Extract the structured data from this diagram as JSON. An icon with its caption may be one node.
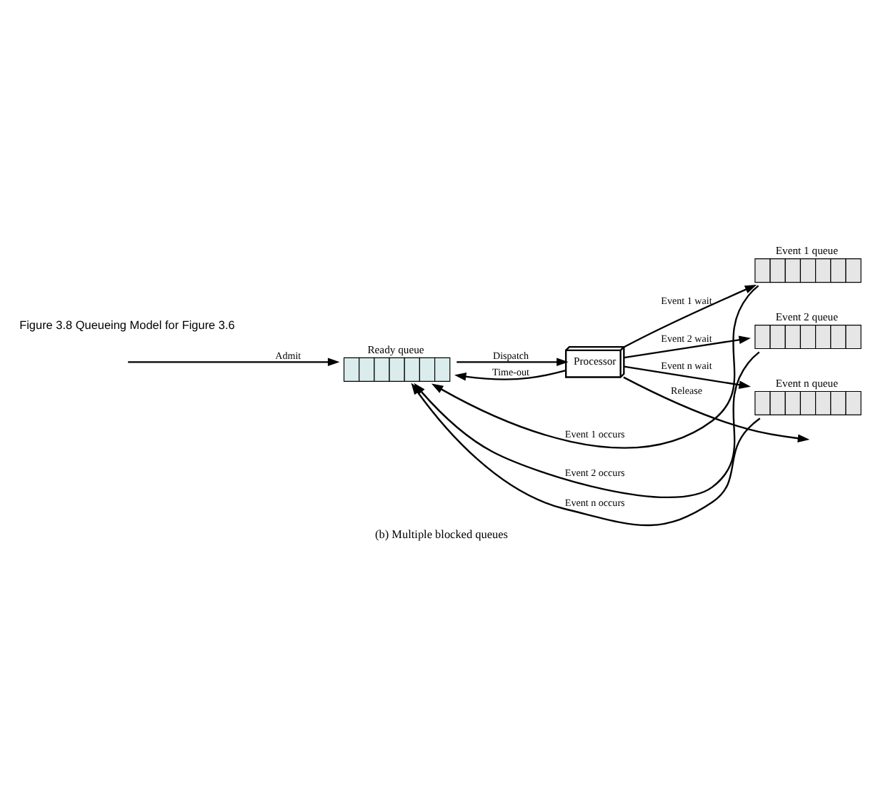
{
  "diagram": {
    "caption": "(b) Multiple blocked queues",
    "nodes": [
      {
        "text": [
          "Ready queue"
        ]
      },
      {
        "text": [
          "Processor"
        ]
      },
      {
        "text": [
          "Event 1 queue"
        ]
      },
      {
        "text": [
          "Event 2 queue"
        ]
      },
      {
        "text": [
          "Event n queue"
        ]
      }
    ],
    "edges": [
      {
        "from": null,
        "to": 0,
        "arrow": "to",
        "label": "Admit"
      },
      {
        "from": 0,
        "to": 1,
        "arrow": "to",
        "label": "Dispatch"
      },
      {
        "from": 1,
        "to": null,
        "arrow": "to",
        "label": "Release"
      },
      {
        "from": 1,
        "to": 0,
        "arrow": "to",
        "label": "Time-out"
      },
      {
        "from": 1,
        "to": 2,
        "arrow": "to",
        "label": "Event 1 wait"
      },
      {
        "from": 1,
        "to": 3,
        "arrow": "to",
        "label": "Event 2 wait"
      },
      {
        "from": 1,
        "to": 4,
        "arrow": "to",
        "label": "Event n wait"
      },
      {
        "from": 2,
        "to": 0,
        "arrow": "to",
        "label": "Event 1 occurs"
      },
      {
        "from": 3,
        "to": 0,
        "arrow": "to",
        "label": "Event 2 occurs"
      },
      {
        "from": 4,
        "to": 0,
        "arrow": "to",
        "label": "Event n occurs"
      }
    ],
    "labels": [
      "Figure 3.8 Queueing Model for Figure 3.6"
    ]
  }
}
